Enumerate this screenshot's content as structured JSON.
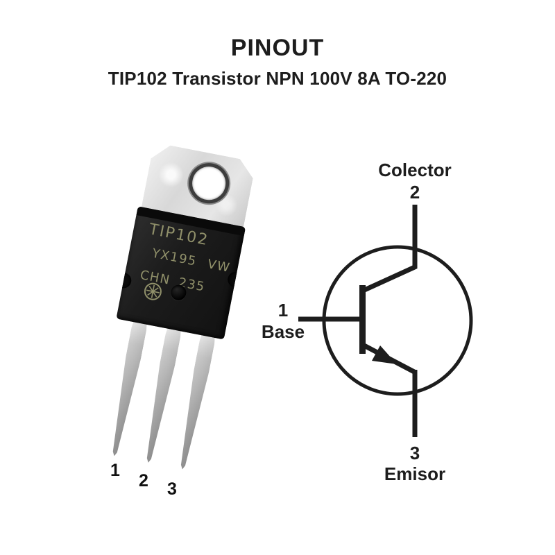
{
  "colors": {
    "background": "#ffffff",
    "text": "#1d1d1d",
    "schematic_line": "#1d1d1d",
    "body_marking": "#90906a",
    "metal_tab": "#d8d8d8",
    "plastic_body": "#1c1c1c"
  },
  "header": {
    "title": "PINOUT",
    "subtitle": "TIP102 Transistor NPN 100V 8A TO-220"
  },
  "package_photo": {
    "package_type": "TO-220",
    "marking_line1": "TIP102",
    "marking_line2": "YX195 VW",
    "marking_line3": "CHN 235",
    "logo_icon": "starburst-logo",
    "pins": [
      "1",
      "2",
      "3"
    ]
  },
  "schematic": {
    "symbol": "npn-transistor",
    "top_pin": {
      "name": "Colector",
      "number": "2"
    },
    "left_pin": {
      "name": "Base",
      "number": "1"
    },
    "bottom_pin": {
      "name": "Emisor",
      "number": "3"
    }
  }
}
